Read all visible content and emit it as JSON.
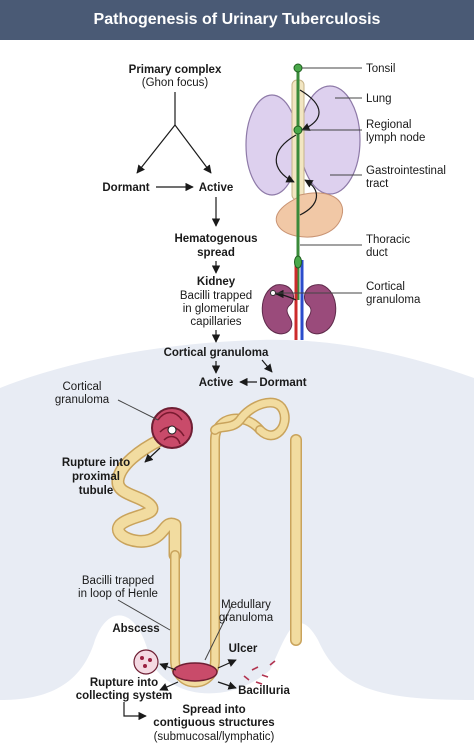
{
  "title": "Pathogenesis of Urinary Tuberculosis",
  "flow": {
    "primary_complex": "Primary complex",
    "ghon_focus": "(Ghon focus)",
    "dormant": "Dormant",
    "active": "Active",
    "hematogenous_1": "Hematogenous",
    "hematogenous_2": "spread",
    "kidney": "Kidney",
    "bacilli_1": "Bacilli trapped",
    "bacilli_2": "in glomerular",
    "bacilli_3": "capillaries",
    "cortical_granuloma": "Cortical granuloma",
    "active_2": "Active",
    "dormant_2": "Dormant"
  },
  "anatomy_labels": {
    "tonsil": "Tonsil",
    "lung": "Lung",
    "regional_1": "Regional",
    "regional_2": "lymph node",
    "gi_1": "Gastrointestinal",
    "gi_2": "tract",
    "thoracic_1": "Thoracic",
    "thoracic_2": "duct",
    "cortical_1": "Cortical",
    "cortical_2": "granuloma"
  },
  "nephron_labels": {
    "cortical_1": "Cortical",
    "cortical_2": "granuloma",
    "rupture_prox_1": "Rupture into",
    "rupture_prox_2": "proximal",
    "rupture_prox_3": "tubule",
    "henle_1": "Bacilli trapped",
    "henle_2": "in loop of Henle",
    "medullary_1": "Medullary",
    "medullary_2": "granuloma",
    "abscess": "Abscess",
    "ulcer": "Ulcer",
    "rupture_coll_1": "Rupture into",
    "rupture_coll_2": "collecting system",
    "bacilluria": "Bacilluria",
    "spread_1": "Spread into",
    "spread_2": "contiguous structures",
    "spread_3": "(submucosal/lymphatic)"
  },
  "colors": {
    "title_bg": "#4a5a75",
    "kidney_bg": "#e8ecf4",
    "lung": "#ddd0ee",
    "stomach": "#f1c8a6",
    "lymph": "#3a8a3a",
    "kidney": "#9a4b7b",
    "tubule": "#f2dca0",
    "granuloma": "#b2334f"
  }
}
